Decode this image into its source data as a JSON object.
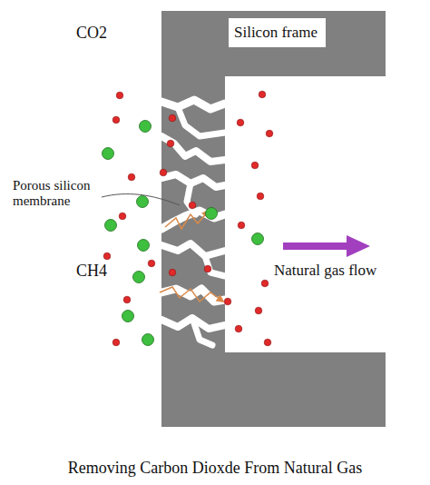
{
  "diagram": {
    "caption": "Removing Carbon Dioxde From Natural Gas",
    "nodes": [
      {
        "text": [
          "Silicon frame"
        ]
      }
    ],
    "labels": [
      "CO2",
      "Porous silicon membrane",
      "CH4",
      "Natural gas flow"
    ]
  }
}
